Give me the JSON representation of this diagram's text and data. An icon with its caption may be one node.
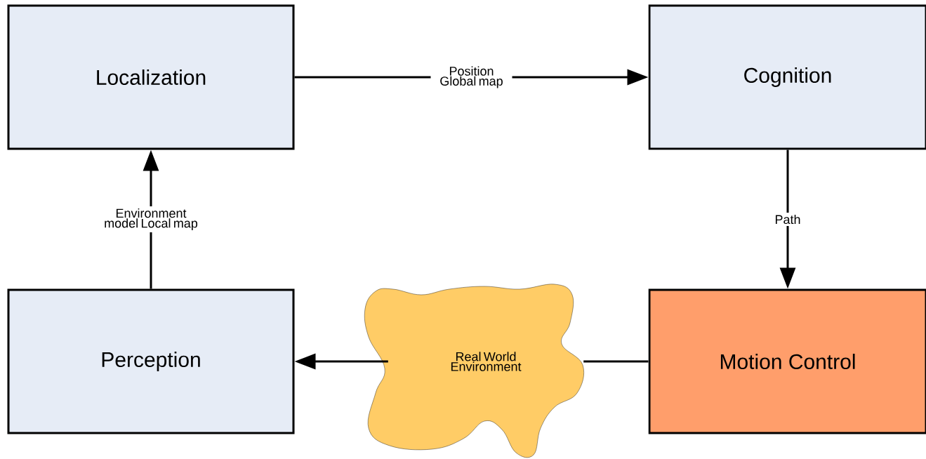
{
  "diagram": {
    "nodes": [
      {
        "text": [
          "Localization"
        ]
      },
      {
        "text": [
          "Cognition"
        ]
      },
      {
        "text": [
          "Perception"
        ]
      },
      {
        "text": [
          "Real World Environment"
        ]
      },
      {
        "text": [
          "Motion Control"
        ]
      }
    ],
    "edges": [
      {
        "from": 0,
        "to": 1,
        "arrow": "to",
        "label": "Position Global map"
      },
      {
        "from": 1,
        "to": 4,
        "arrow": "to",
        "label": "Path"
      },
      {
        "from": 4,
        "to": 3,
        "arrow": "none"
      },
      {
        "from": 3,
        "to": 2,
        "arrow": "to"
      },
      {
        "from": 2,
        "to": 0,
        "arrow": "to",
        "label": "Environment model Local map"
      }
    ]
  }
}
